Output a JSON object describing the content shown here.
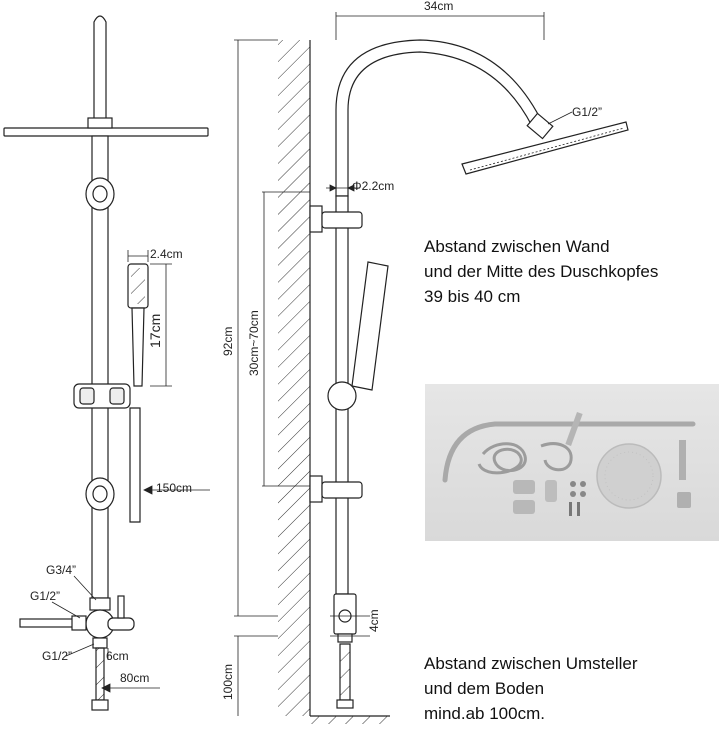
{
  "dimensions": {
    "width_arm": "34cm",
    "thread_head": "G1/2”",
    "pipe_diameter": "Φ2.2cm",
    "handshower_width": "2.4cm",
    "handshower_length": "17cm",
    "holder_range": "30cm~70cm",
    "total_height": "92cm",
    "hose_length": "150cm",
    "thread_top": "G3/4”",
    "thread_inlet": "G1/2”",
    "thread_bottom": "G1/2”",
    "spacing_6": "6cm",
    "hose_bottom": "80cm",
    "spacing_4": "4cm",
    "floor_distance": "100cm"
  },
  "notes": {
    "wall_distance": [
      "Abstand zwischen Wand",
      "und der Mitte des Duschkopfes",
      "39 bis 40 cm"
    ],
    "floor_distance": [
      "Abstand zwischen Umsteller",
      "und dem Boden",
      "mind.ab 100cm."
    ]
  },
  "colors": {
    "line": "#222222",
    "metal": "#bfbfbf",
    "photo_bg": "#dedede"
  }
}
